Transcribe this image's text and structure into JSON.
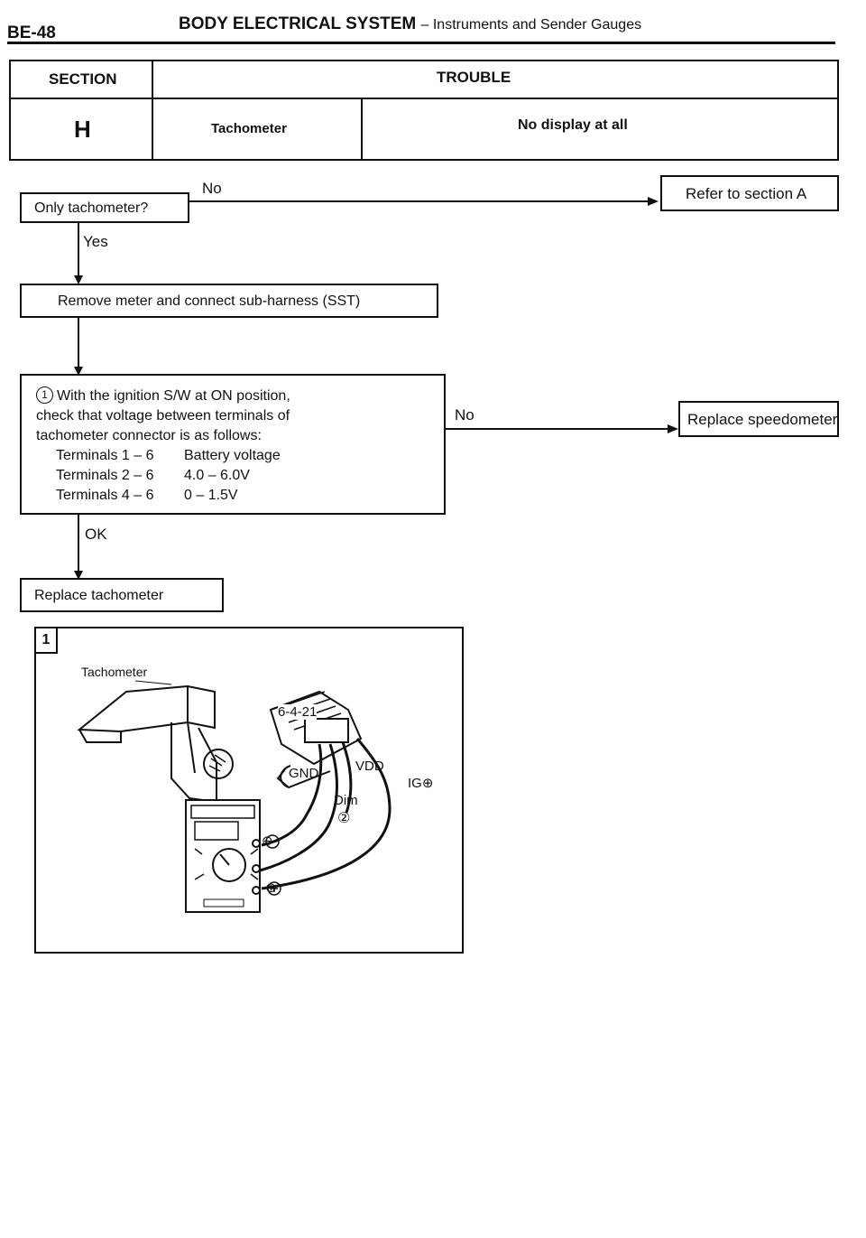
{
  "header": {
    "page_number": "BE-48",
    "title": "BODY ELECTRICAL SYSTEM",
    "subtitle": "– Instruments and Sender Gauges"
  },
  "trouble_table": {
    "section_header": "SECTION",
    "trouble_header": "TROUBLE",
    "section_value": "H",
    "component": "Tachometer",
    "symptom": "No display at all"
  },
  "flow": {
    "q1": "Only tachometer?",
    "q1_no": "No",
    "q1_no_action": "Refer to section A",
    "q1_yes": "Yes",
    "step2": "Remove meter and connect sub-harness (SST)",
    "step3": {
      "number": "1",
      "line1": "With the ignition S/W at ON position,",
      "line2": "check that voltage between terminals of",
      "line3": "tachometer connector is as follows:",
      "rows": [
        {
          "terminals": "Terminals 1 – 6",
          "value": "Battery voltage"
        },
        {
          "terminals": "Terminals 2 – 6",
          "value": "4.0 – 6.0V"
        },
        {
          "terminals": "Terminals 4 – 6",
          "value": "0 – 1.5V"
        }
      ]
    },
    "step3_no": "No",
    "step3_no_action": "Replace speedometer",
    "step3_ok": "OK",
    "final_action": "Replace tachometer"
  },
  "figure": {
    "number": "1",
    "caption": "Tachometer",
    "pins": "6-4-21",
    "labels": {
      "gnd": "GND",
      "vdd": "VDD",
      "ig": "IG⊕",
      "dim": "Dim",
      "dim_pin": "②",
      "minus": "⊖",
      "plus": "⊕"
    }
  }
}
